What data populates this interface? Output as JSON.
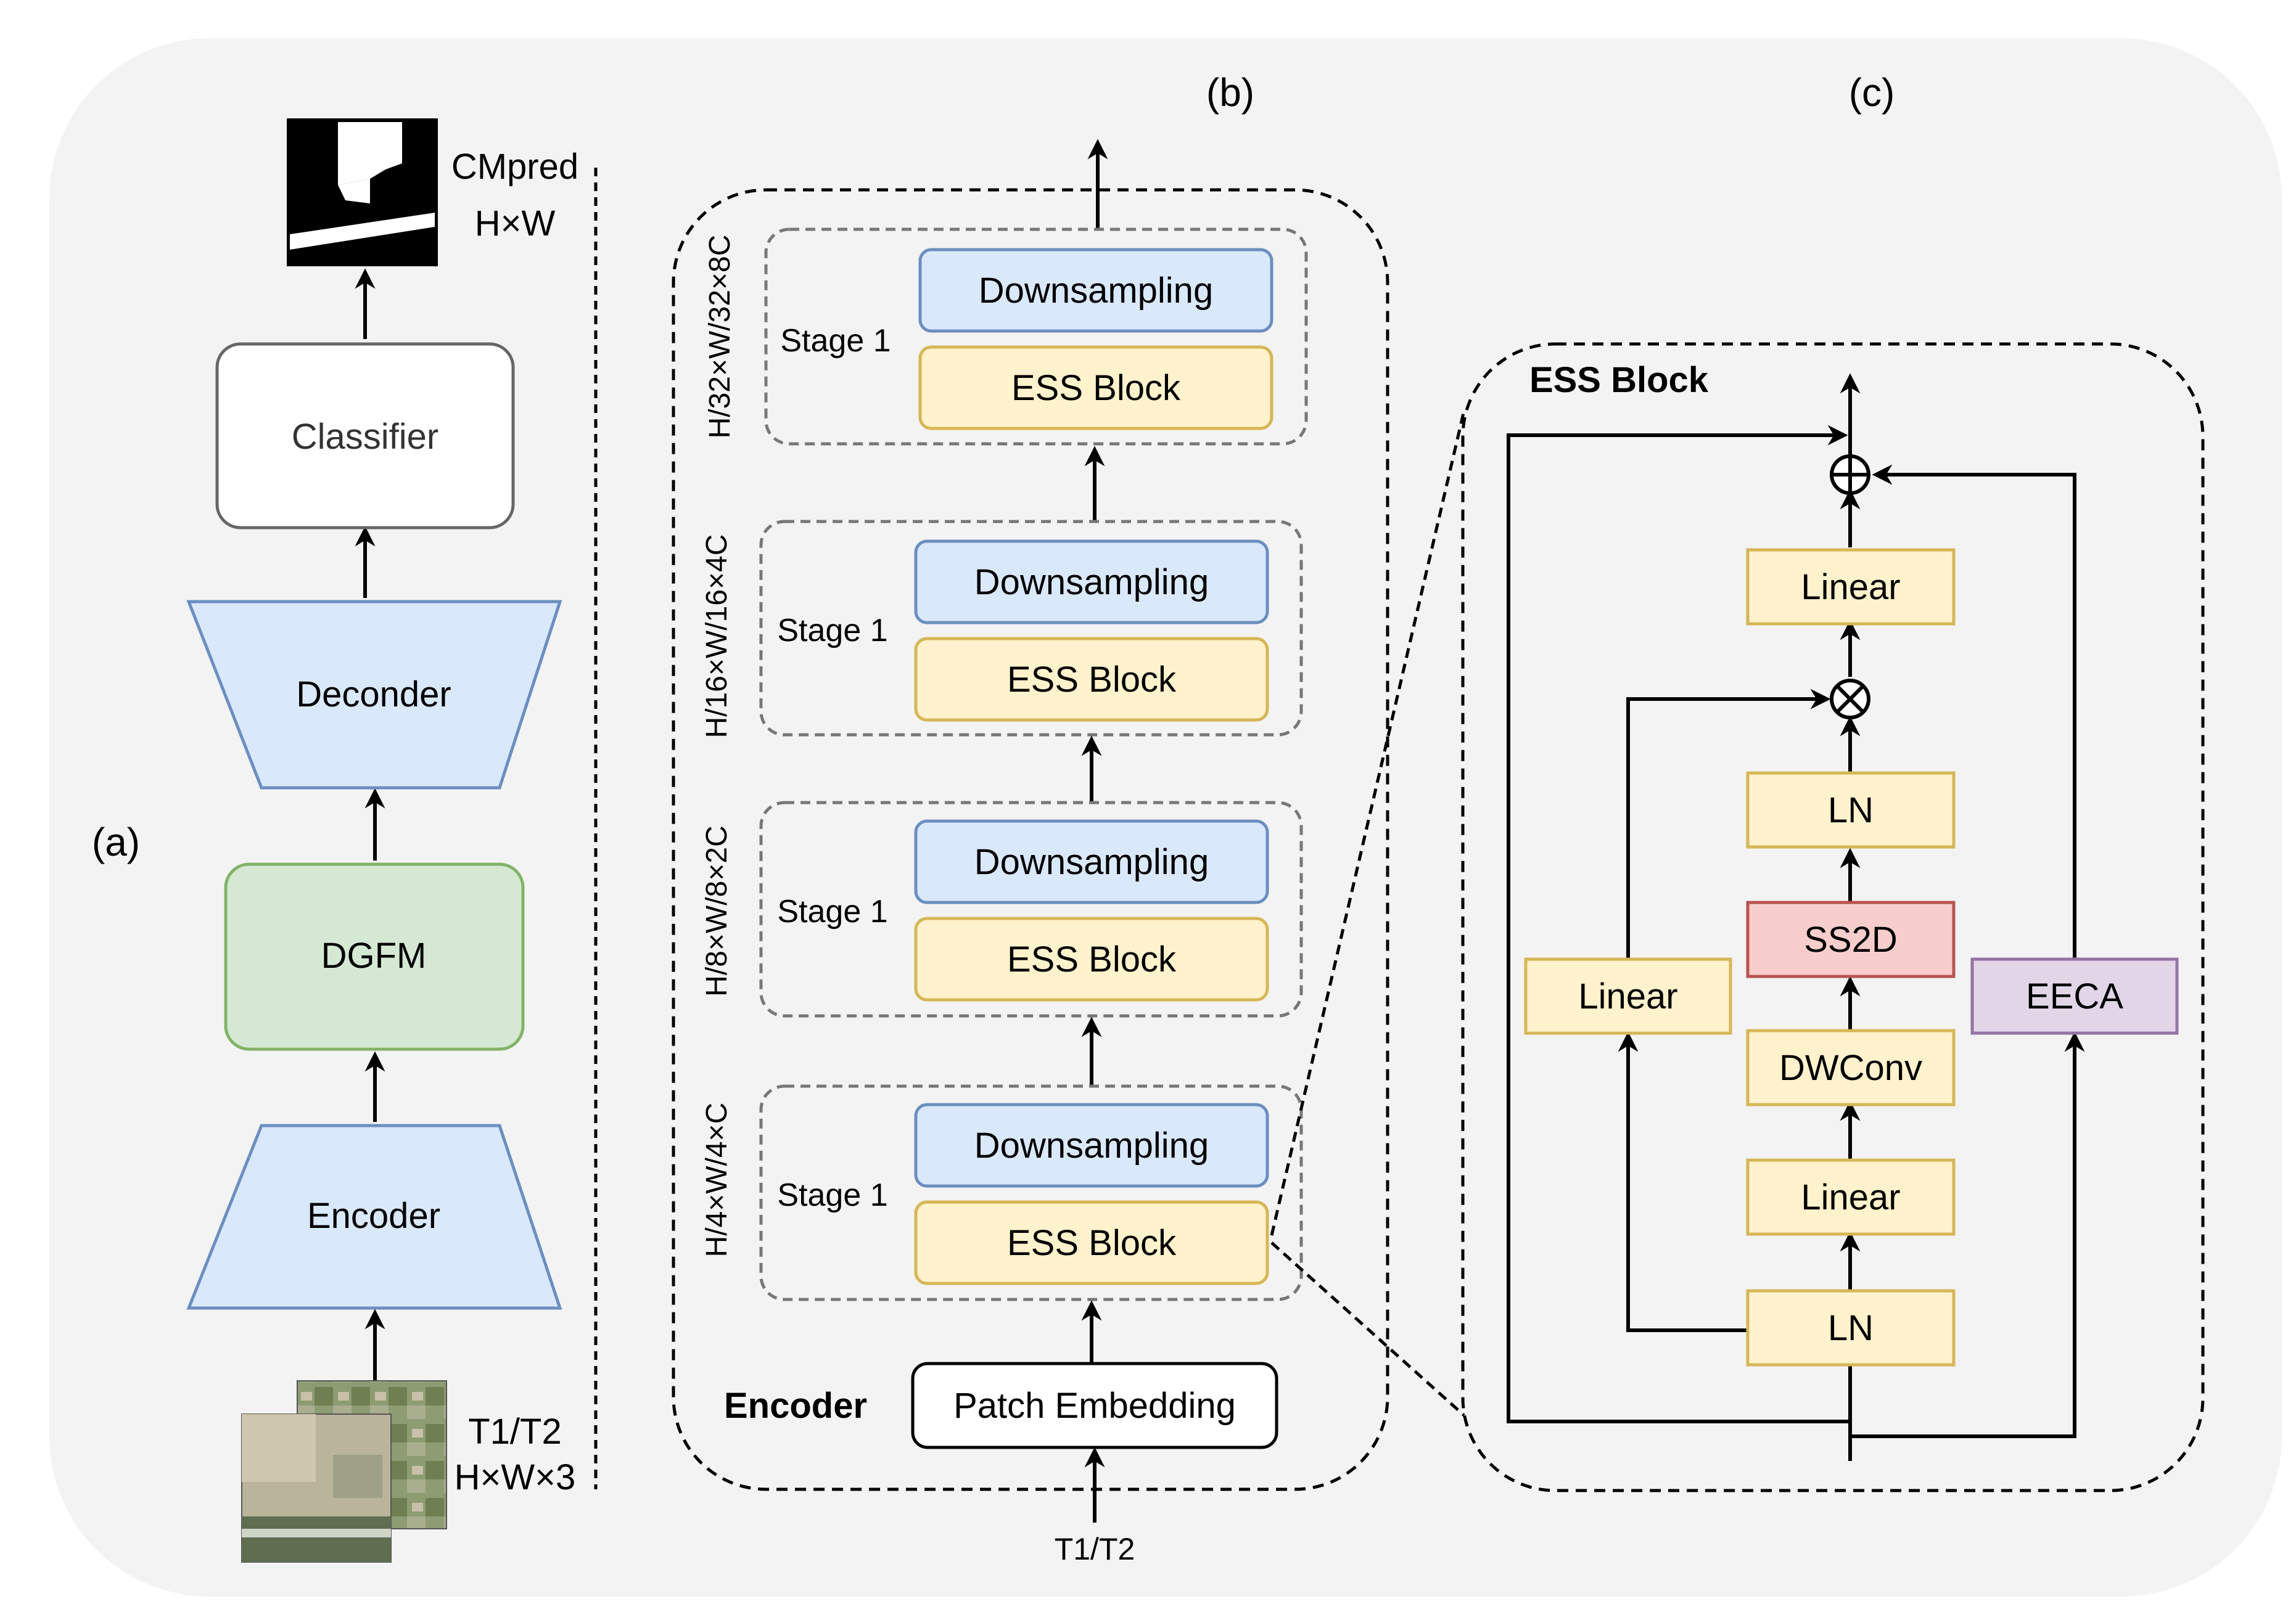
{
  "panels": {
    "a": "(a)",
    "b": "(b)",
    "c": "(c)"
  },
  "panel_a": {
    "output_label": "CMpred",
    "output_size": "H×W",
    "classifier": "Classifier",
    "decoder": "Deconder",
    "dgfm": "DGFM",
    "encoder": "Encoder",
    "input_label": "T1/T2",
    "input_size": "H×W×3"
  },
  "panel_b": {
    "encoder_label": "Encoder",
    "patch_embedding": "Patch Embedding",
    "input_label": "T1/T2",
    "stages": [
      {
        "label": "Stage 1",
        "top": "Downsampling",
        "bottom": "ESS Block",
        "size": "H/32×W/32×8C"
      },
      {
        "label": "Stage 1",
        "top": "Downsampling",
        "bottom": "ESS Block",
        "size": "H/16×W/16×4C"
      },
      {
        "label": "Stage 1",
        "top": "Downsampling",
        "bottom": "ESS Block",
        "size": "H/8×W/8×2C"
      },
      {
        "label": "Stage 1",
        "top": "Downsampling",
        "bottom": "ESS Block",
        "size": "H/4×W/4×C"
      }
    ]
  },
  "panel_c": {
    "title": "ESS Block",
    "linear_top": "Linear",
    "ln_mid": "LN",
    "ss2d": "SS2D",
    "dwconv": "DWConv",
    "linear_mid": "Linear",
    "ln_bottom": "LN",
    "linear_left": "Linear",
    "eeca": "EECA"
  },
  "colors": {
    "blue_fill": "#dae8fc",
    "blue_stroke": "#6c8ebf",
    "green_fill": "#d5e8d4",
    "green_stroke": "#82b366",
    "yellow_fill": "#fff2cc",
    "yellow_stroke": "#d6b656",
    "red_fill": "#f8cecc",
    "red_stroke": "#b85450",
    "purple_fill": "#e1d5e7",
    "purple_stroke": "#9673a6"
  }
}
